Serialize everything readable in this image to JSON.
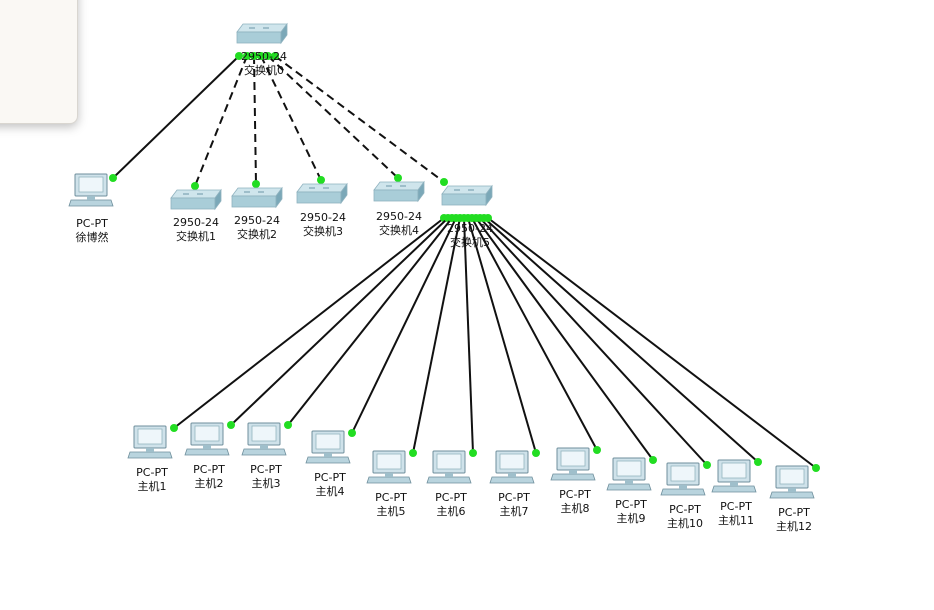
{
  "colors": {
    "link": "#111111",
    "port": "#22dd22",
    "panel": "#faf8f4",
    "device_face": "#a9cdd8",
    "device_side": "#7ba8b8"
  },
  "devices": {
    "root_switch": {
      "model": "2950-24",
      "name": "交换机0"
    },
    "pc_left": {
      "model": "PC-PT",
      "name": "徐博然"
    },
    "sw1": {
      "model": "2950-24",
      "name": "交换机1"
    },
    "sw2": {
      "model": "2950-24",
      "name": "交换机2"
    },
    "sw3": {
      "model": "2950-24",
      "name": "交换机3"
    },
    "sw4": {
      "model": "2950-24",
      "name": "交换机4"
    },
    "sw5": {
      "model": "2950-24",
      "name": "交换机5"
    },
    "hosts": [
      {
        "model": "PC-PT",
        "name": "主机1"
      },
      {
        "model": "PC-PT",
        "name": "主机2"
      },
      {
        "model": "PC-PT",
        "name": "主机3"
      },
      {
        "model": "PC-PT",
        "name": "主机4"
      },
      {
        "model": "PC-PT",
        "name": "主机5"
      },
      {
        "model": "PC-PT",
        "name": "主机6"
      },
      {
        "model": "PC-PT",
        "name": "主机7"
      },
      {
        "model": "PC-PT",
        "name": "主机8"
      },
      {
        "model": "PC-PT",
        "name": "主机9"
      },
      {
        "model": "PC-PT",
        "name": "主机10"
      },
      {
        "model": "PC-PT",
        "name": "主机11"
      },
      {
        "model": "PC-PT",
        "name": "主机12"
      }
    ]
  },
  "links": [
    {
      "from": "root_switch",
      "to": "pc_left",
      "style": "solid"
    },
    {
      "from": "root_switch",
      "to": "sw1",
      "style": "dashed"
    },
    {
      "from": "root_switch",
      "to": "sw2",
      "style": "dashed"
    },
    {
      "from": "root_switch",
      "to": "sw3",
      "style": "dashed"
    },
    {
      "from": "root_switch",
      "to": "sw4",
      "style": "dashed"
    },
    {
      "from": "root_switch",
      "to": "sw5",
      "style": "dashed"
    },
    {
      "from": "sw5",
      "to": "host1",
      "style": "solid"
    },
    {
      "from": "sw5",
      "to": "host2",
      "style": "solid"
    },
    {
      "from": "sw5",
      "to": "host3",
      "style": "solid"
    },
    {
      "from": "sw5",
      "to": "host4",
      "style": "solid"
    },
    {
      "from": "sw5",
      "to": "host5",
      "style": "solid"
    },
    {
      "from": "sw5",
      "to": "host6",
      "style": "solid"
    },
    {
      "from": "sw5",
      "to": "host7",
      "style": "solid"
    },
    {
      "from": "sw5",
      "to": "host8",
      "style": "solid"
    },
    {
      "from": "sw5",
      "to": "host9",
      "style": "solid"
    },
    {
      "from": "sw5",
      "to": "host10",
      "style": "solid"
    },
    {
      "from": "sw5",
      "to": "host11",
      "style": "solid"
    },
    {
      "from": "sw5",
      "to": "host12",
      "style": "solid"
    }
  ]
}
